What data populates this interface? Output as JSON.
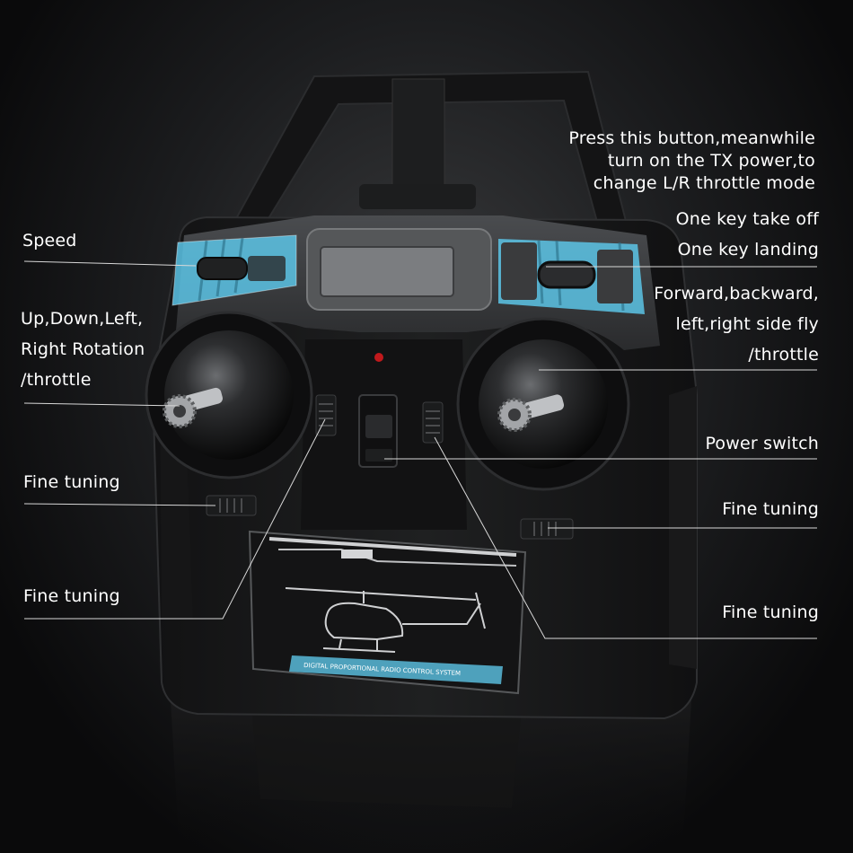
{
  "labels": {
    "speed": "Speed",
    "left_stick": [
      "Up,Down,Left,",
      "Right Rotation",
      "/throttle"
    ],
    "fine_tuning_left_1": "Fine tuning",
    "fine_tuning_left_2": "Fine tuning",
    "mode_button": [
      "Press this button,meanwhile",
      "turn on the TX power,to",
      "change L/R throttle mode"
    ],
    "one_key": [
      "One key take off",
      "One key landing"
    ],
    "right_stick": [
      "Forward,backward,",
      "left,right side fly",
      "/throttle"
    ],
    "power_switch": "Power switch",
    "fine_tuning_right_1": "Fine tuning",
    "fine_tuning_right_2": "Fine tuning"
  },
  "panel_text": "DIGITAL PROPORTIONAL RADIO CONTROL SYSTEM",
  "colors": {
    "accent_blue": "#5cc4e6",
    "body": "#1a1a1b",
    "label": "#ffffff",
    "leader_line": "#cfcfcf",
    "led": "#c0191c"
  }
}
